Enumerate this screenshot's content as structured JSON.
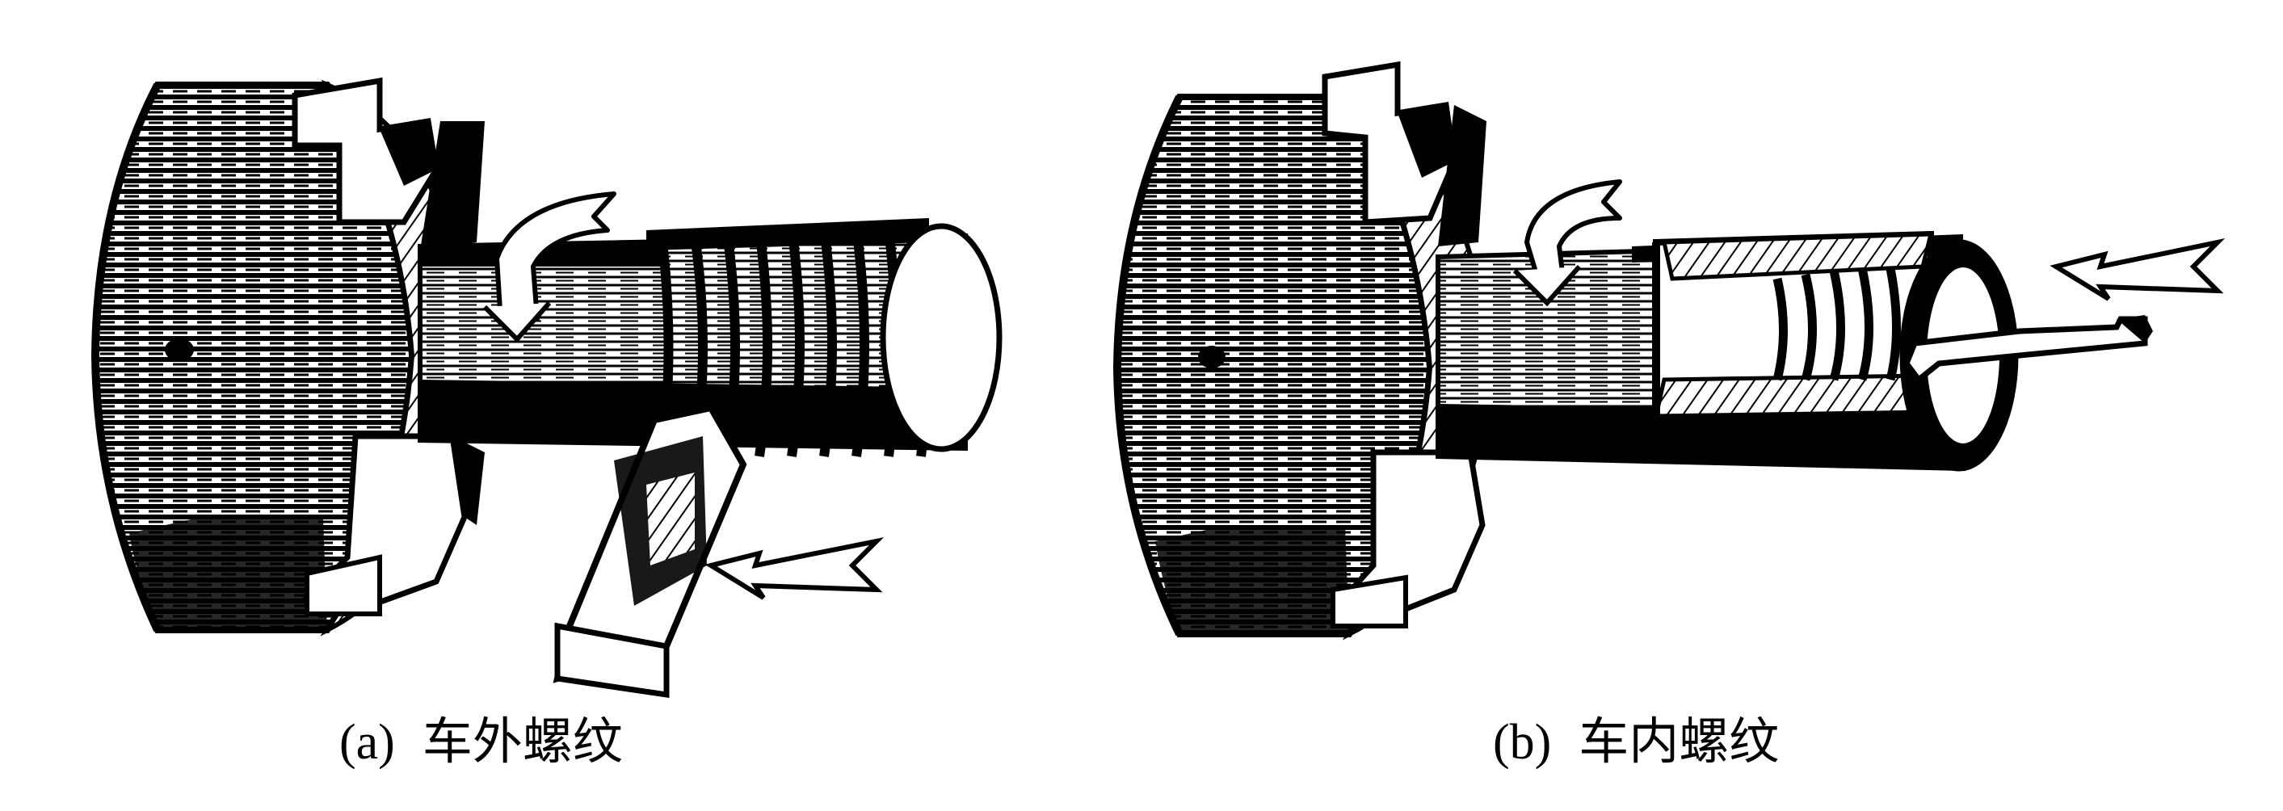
{
  "figures": [
    {
      "tag": "(a)",
      "label": "车外螺纹",
      "icons": [
        "lathe-chuck-icon",
        "workpiece-external-thread-icon",
        "threading-tool-icon",
        "rotation-arrow-icon",
        "feed-arrow-icon"
      ]
    },
    {
      "tag": "(b)",
      "label": "车内螺纹",
      "icons": [
        "lathe-chuck-icon",
        "workpiece-internal-thread-icon",
        "boring-threading-tool-icon",
        "rotation-arrow-icon",
        "feed-arrow-icon"
      ]
    }
  ],
  "colors": {
    "ink": "#000000",
    "paper": "#ffffff"
  }
}
